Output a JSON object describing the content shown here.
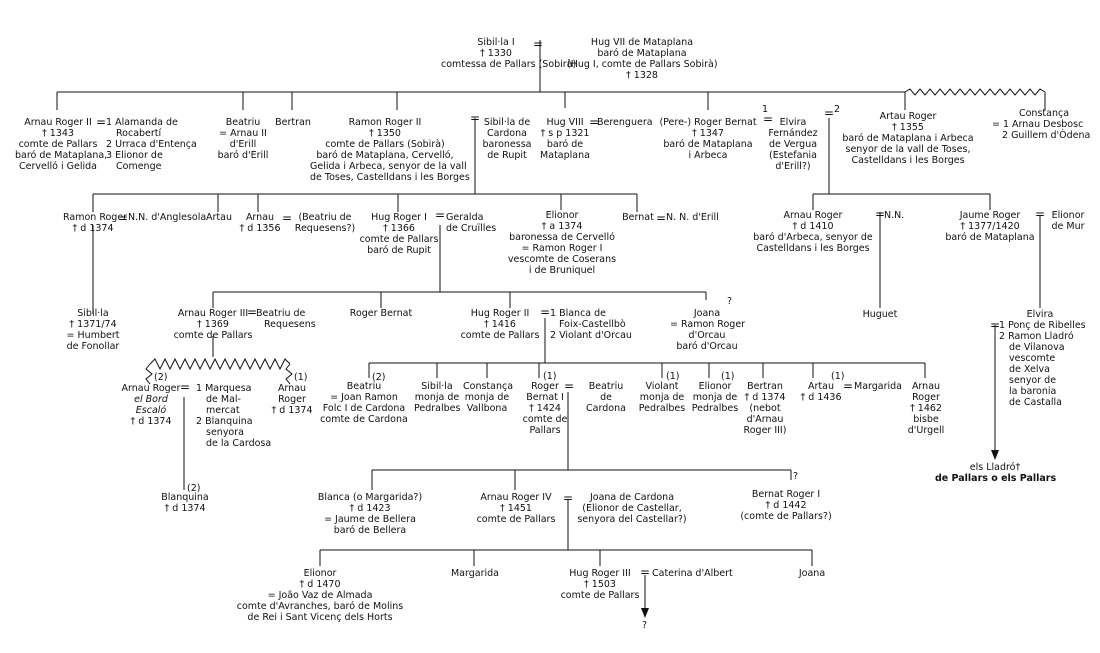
{
  "persons": [
    {
      "id": "sibilla1",
      "lines": [
        "Sibil·la I",
        "† 1330",
        "comtessa de Pallars (Sobirà)"
      ]
    },
    {
      "id": "hug7",
      "lines": [
        "Hug VII de Mataplana",
        "baró de Mataplana",
        "(Hug I, comte de Pallars Sobirà)",
        "† 1328"
      ]
    },
    {
      "id": "arnauroger2",
      "lines": [
        "Arnau Roger II",
        "† 1343",
        "comte de Pallars",
        "baró de Mataplana,",
        "Cervelló i Gelida"
      ]
    },
    {
      "id": "wives_ar2",
      "lines": [
        "1 Alamanda de",
        "Rocabertí",
        "2 Urraca d'Entença",
        "3 Elionor de",
        "Comenge"
      ]
    },
    {
      "id": "beatriu1",
      "lines": [
        "Beatriu",
        "= Arnau II",
        "d'Erill",
        "baró d'Erill"
      ]
    },
    {
      "id": "bertran1",
      "lines": [
        "Bertran"
      ]
    },
    {
      "id": "ramonroger2",
      "lines": [
        "Ramon Roger II",
        "† 1350",
        "comte de Pallars (Sobirà)",
        "baró de Mataplana, Cervelló,",
        "Gelida i Arbeca, senyor de la vall",
        "de Toses, Castelldans i les Borges"
      ]
    },
    {
      "id": "sibillacardona",
      "lines": [
        "Sibil·la de",
        "Cardona",
        "baronessa",
        "de Rupit"
      ]
    },
    {
      "id": "hug8",
      "lines": [
        "Hug VIII",
        "† s p 1321",
        "baró de",
        "Mataplana"
      ]
    },
    {
      "id": "berenguera",
      "lines": [
        "Berenguera"
      ]
    },
    {
      "id": "pererogerbernat",
      "lines": [
        "(Pere-) Roger Bernat",
        "† 1347",
        "baró de Mataplana",
        "i Arbeca"
      ]
    },
    {
      "id": "elvira1",
      "lines": [
        "Elvira",
        "Fernández",
        "de Vergua",
        "(Estefania",
        "d'Erill?)"
      ]
    },
    {
      "id": "artauroger",
      "lines": [
        "Artau Roger",
        "† 1355",
        "baró de Mataplana i Arbeca",
        "senyor de la vall de Toses,",
        "Castelldans i les Borges"
      ]
    },
    {
      "id": "constanca1",
      "lines": [
        "Constança",
        "= 1 Arnau Desbosc",
        "2 Guillem d'Òdena"
      ]
    },
    {
      "id": "ramonroger_d1374",
      "lines": [
        "Ramon Roger",
        "† d 1374"
      ]
    },
    {
      "id": "nn_anglesola",
      "lines": [
        "N.N. d'Anglesola"
      ]
    },
    {
      "id": "artau2",
      "lines": [
        "Artau"
      ]
    },
    {
      "id": "arnau_d1356",
      "lines": [
        "Arnau",
        "† d 1356"
      ]
    },
    {
      "id": "beatriu_requesens1",
      "lines": [
        "(Beatriu de",
        "Requesens?)"
      ]
    },
    {
      "id": "hugroger1",
      "lines": [
        "Hug Roger I",
        "† 1366",
        "comte de Pallars",
        "baró de Rupit"
      ]
    },
    {
      "id": "geralda",
      "lines": [
        "Geralda",
        "de Cruïlles"
      ]
    },
    {
      "id": "elionor_a1374",
      "lines": [
        "Elionor",
        "† a 1374",
        "baronessa de Cervelló",
        "= Ramon Roger I",
        "vescomte de Coserans",
        "i de Bruniquel"
      ]
    },
    {
      "id": "bernat",
      "lines": [
        "Bernat"
      ]
    },
    {
      "id": "nn_erill",
      "lines": [
        "N. N. d'Erill"
      ]
    },
    {
      "id": "arnauroger_1410",
      "lines": [
        "Arnau Roger",
        "† d 1410",
        "baró d'Arbeca, senyor de",
        "Castelldans i les Borges"
      ]
    },
    {
      "id": "nn2",
      "lines": [
        "N.N."
      ]
    },
    {
      "id": "jaumeroger",
      "lines": [
        "Jaume Roger",
        "† 1377/1420",
        "baró de Mataplana"
      ]
    },
    {
      "id": "elionor_mur",
      "lines": [
        "Elionor",
        "de Mur"
      ]
    },
    {
      "id": "sibilla_1371",
      "lines": [
        "Sibil·la",
        "† 1371/74",
        "= Humbert",
        "de Fonollar"
      ]
    },
    {
      "id": "arnauroger3",
      "lines": [
        "Arnau Roger III",
        "† 1369",
        "comte de Pallars"
      ]
    },
    {
      "id": "beatriu_requesens2",
      "lines": [
        "Beatriu de",
        "Requesens"
      ]
    },
    {
      "id": "rogerbernat2",
      "lines": [
        "Roger Bernat"
      ]
    },
    {
      "id": "hugroger2",
      "lines": [
        "Hug Roger II",
        "† 1416",
        "comte de Pallars"
      ]
    },
    {
      "id": "wives_hr2",
      "lines": [
        "1 Blanca de",
        "Foix-Castellbò",
        "2 Violant d'Orcau"
      ]
    },
    {
      "id": "joana1",
      "lines": [
        "Joana",
        "= Ramon Roger",
        "d'Orcau",
        "baró d'Orcau"
      ]
    },
    {
      "id": "huguet",
      "lines": [
        "Huguet"
      ]
    },
    {
      "id": "elvira2",
      "lines": [
        "Elvira"
      ]
    },
    {
      "id": "husbands_elvira2",
      "lines": [
        "1 Ponç de Ribelles",
        "2 Ramon Lladró",
        "de Vilanova",
        "vescomte",
        "de Xelva",
        "senyor de",
        "la baronia",
        "de Castalla"
      ]
    },
    {
      "id": "arnauroger_bord",
      "lines": [
        "Arnau Roger",
        "el Bord",
        "Escaló",
        "† d 1374"
      ]
    },
    {
      "id": "wives_bord",
      "lines": [
        "1 Marquesa",
        "de Mal-",
        "mercat",
        "2 Blanquina",
        "senyora",
        "de la Cardosa"
      ]
    },
    {
      "id": "arnauroger_1374",
      "lines": [
        "Arnau",
        "Roger",
        "† d 1374"
      ]
    },
    {
      "id": "beatriu_jr",
      "lines": [
        "Beatriu",
        "= Joan Ramon",
        "Folc I de Cardona",
        "comte de Cardona"
      ]
    },
    {
      "id": "sibilla_ped",
      "lines": [
        "Sibil·la",
        "monja de",
        "Pedralbes"
      ]
    },
    {
      "id": "constanca_vall",
      "lines": [
        "Constança",
        "monja de",
        "Vallbona"
      ]
    },
    {
      "id": "rogerbernat1",
      "lines": [
        "Roger",
        "Bernat I",
        "† 1424",
        "comte de",
        "Pallars"
      ]
    },
    {
      "id": "beatriu_cardona",
      "lines": [
        "Beatriu",
        "de",
        "Cardona"
      ]
    },
    {
      "id": "violant",
      "lines": [
        "Violant",
        "monja de",
        "Pedralbes"
      ]
    },
    {
      "id": "elionor_ped",
      "lines": [
        "Elionor",
        "monja de",
        "Pedralbes"
      ]
    },
    {
      "id": "bertran_1374",
      "lines": [
        "Bertran",
        "† d 1374",
        "(nebot",
        "d'Arnau",
        "Roger III)"
      ]
    },
    {
      "id": "artau_1436",
      "lines": [
        "Artau",
        "† d 1436"
      ]
    },
    {
      "id": "margarida1",
      "lines": [
        "Margarida"
      ]
    },
    {
      "id": "arnauroger_bisbe",
      "lines": [
        "Arnau",
        "Roger",
        "† 1462",
        "bisbe",
        "d'Urgell"
      ]
    },
    {
      "id": "blanquina",
      "lines": [
        "Blanquina",
        "† d 1374"
      ]
    },
    {
      "id": "blanca",
      "lines": [
        "Blanca (o Margarida?)",
        "† d 1423",
        "= Jaume de Bellera",
        "baró de Bellera"
      ]
    },
    {
      "id": "arnauroger4",
      "lines": [
        "Arnau Roger IV",
        "† 1451",
        "comte de Pallars"
      ]
    },
    {
      "id": "joana_cardona",
      "lines": [
        "Joana de Cardona",
        "(Elionor de Castellar,",
        "senyora del Castellar?)"
      ]
    },
    {
      "id": "bernatroger1",
      "lines": [
        "Bernat Roger I",
        "† d 1442",
        "(comte de Pallars?)"
      ]
    },
    {
      "id": "elionor_1470",
      "lines": [
        "Elionor",
        "† d 1470",
        "= João Vaz de Almada",
        "comte d'Avranches, baró de Molins",
        "de Rei i Sant Vicenç dels Horts"
      ]
    },
    {
      "id": "margarida2",
      "lines": [
        "Margarida"
      ]
    },
    {
      "id": "hugroger3",
      "lines": [
        "Hug Roger III",
        "† 1503",
        "comte de Pallars"
      ]
    },
    {
      "id": "caterina",
      "lines": [
        "Caterina d'Albert"
      ]
    },
    {
      "id": "joana2",
      "lines": [
        "Joana"
      ]
    },
    {
      "id": "lladro",
      "lines": [
        "els Lladró†",
        "de Pallars o els Pallars"
      ]
    }
  ],
  "labels": {
    "one": "1",
    "two": "2",
    "one_p": "(1)",
    "two_p": "(2)",
    "q": "?"
  }
}
